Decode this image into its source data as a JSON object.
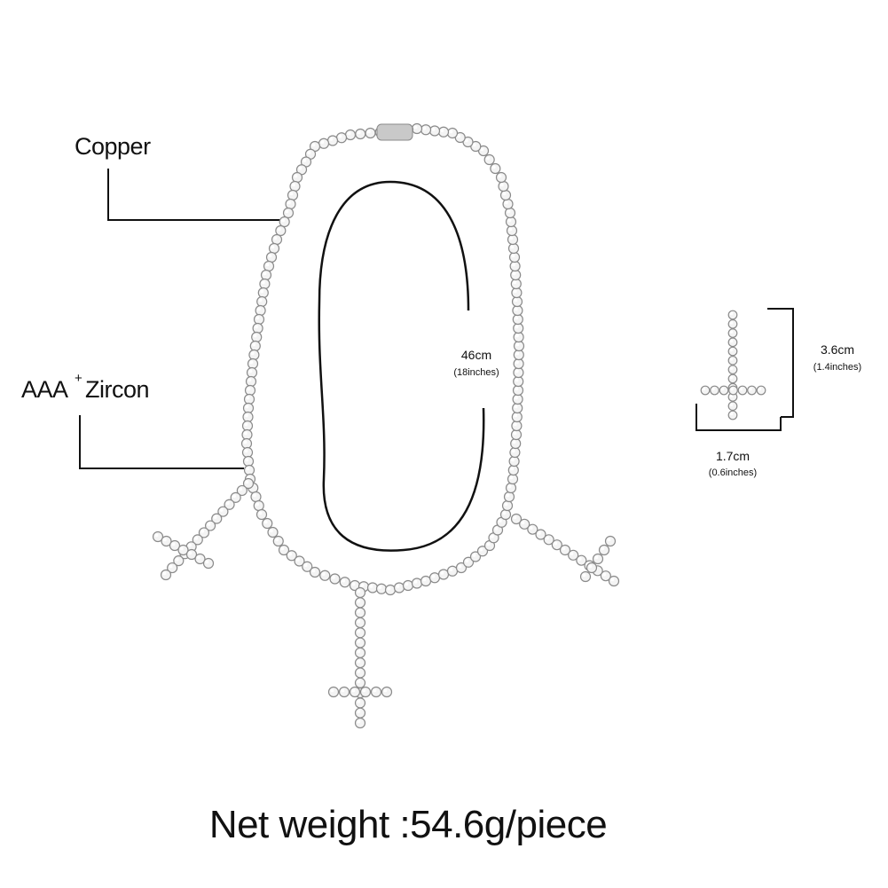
{
  "labels": {
    "copper": "Copper",
    "zircon_prefix": "AAA",
    "zircon_sup": "+",
    "zircon_suffix": "Zircon",
    "length_cm": "46cm",
    "length_in": "(18inches)",
    "pendant_height_cm": "3.6cm",
    "pendant_height_in": "(1.4inches)",
    "pendant_width_cm": "1.7cm",
    "pendant_width_in": "(0.6inches)",
    "net_weight": "Net weight :54.6g/piece"
  },
  "colors": {
    "line": "#111111",
    "metal": "#c9c9c9",
    "stone": "#f4f4f4",
    "stone_edge": "#8a8a8a"
  },
  "icons": [
    "necklace-photo",
    "cross-pendant-icon"
  ]
}
